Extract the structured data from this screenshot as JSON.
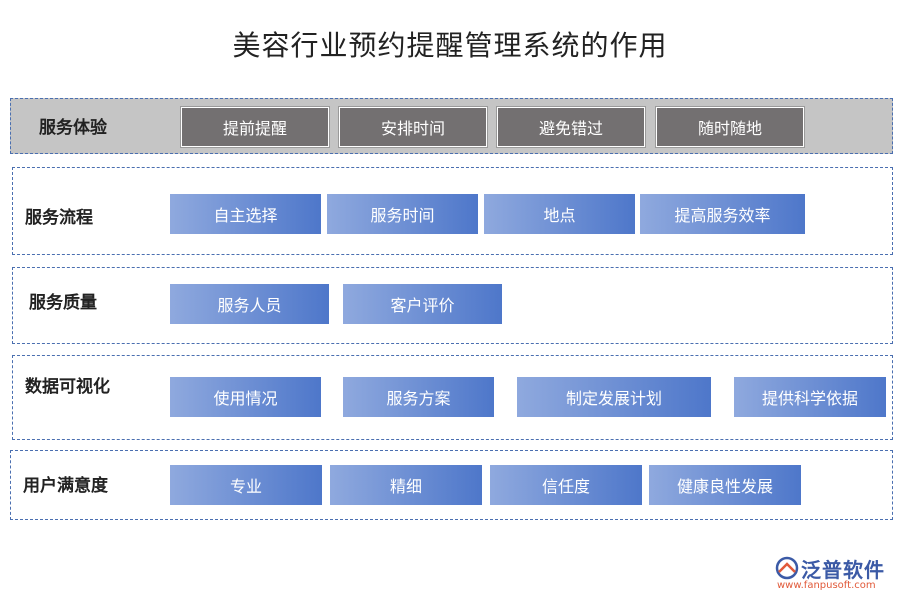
{
  "title": "美容行业预约提醒管理系统的作用",
  "rows": [
    {
      "label": "服务体验",
      "items": [
        "提前提醒",
        "安排时间",
        "避免错过",
        "随时随地"
      ]
    },
    {
      "label": "服务流程",
      "items": [
        "自主选择",
        "服务时间",
        "地点",
        "提高服务效率"
      ]
    },
    {
      "label": "服务质量",
      "items": [
        "服务人员",
        "客户评价"
      ]
    },
    {
      "label": "数据可视化",
      "items": [
        "使用情况",
        "服务方案",
        "制定发展计划",
        "提供科学依据"
      ]
    },
    {
      "label": "用户满意度",
      "items": [
        "专业",
        "精细",
        "信任度",
        "健康良性发展"
      ]
    }
  ],
  "logo": {
    "name": "泛普软件",
    "url": "www.fanpusoft.com",
    "icon": "fanpu-logo-icon"
  },
  "colors": {
    "box_gradient_start": "#8fa9de",
    "box_gradient_end": "#4e77ca",
    "gray_box": "#737071",
    "header_band": "#c5c5c5",
    "border_dash": "#4a6fb0",
    "logo_blue": "#3b5aa6",
    "logo_orange": "#e15a3a"
  }
}
